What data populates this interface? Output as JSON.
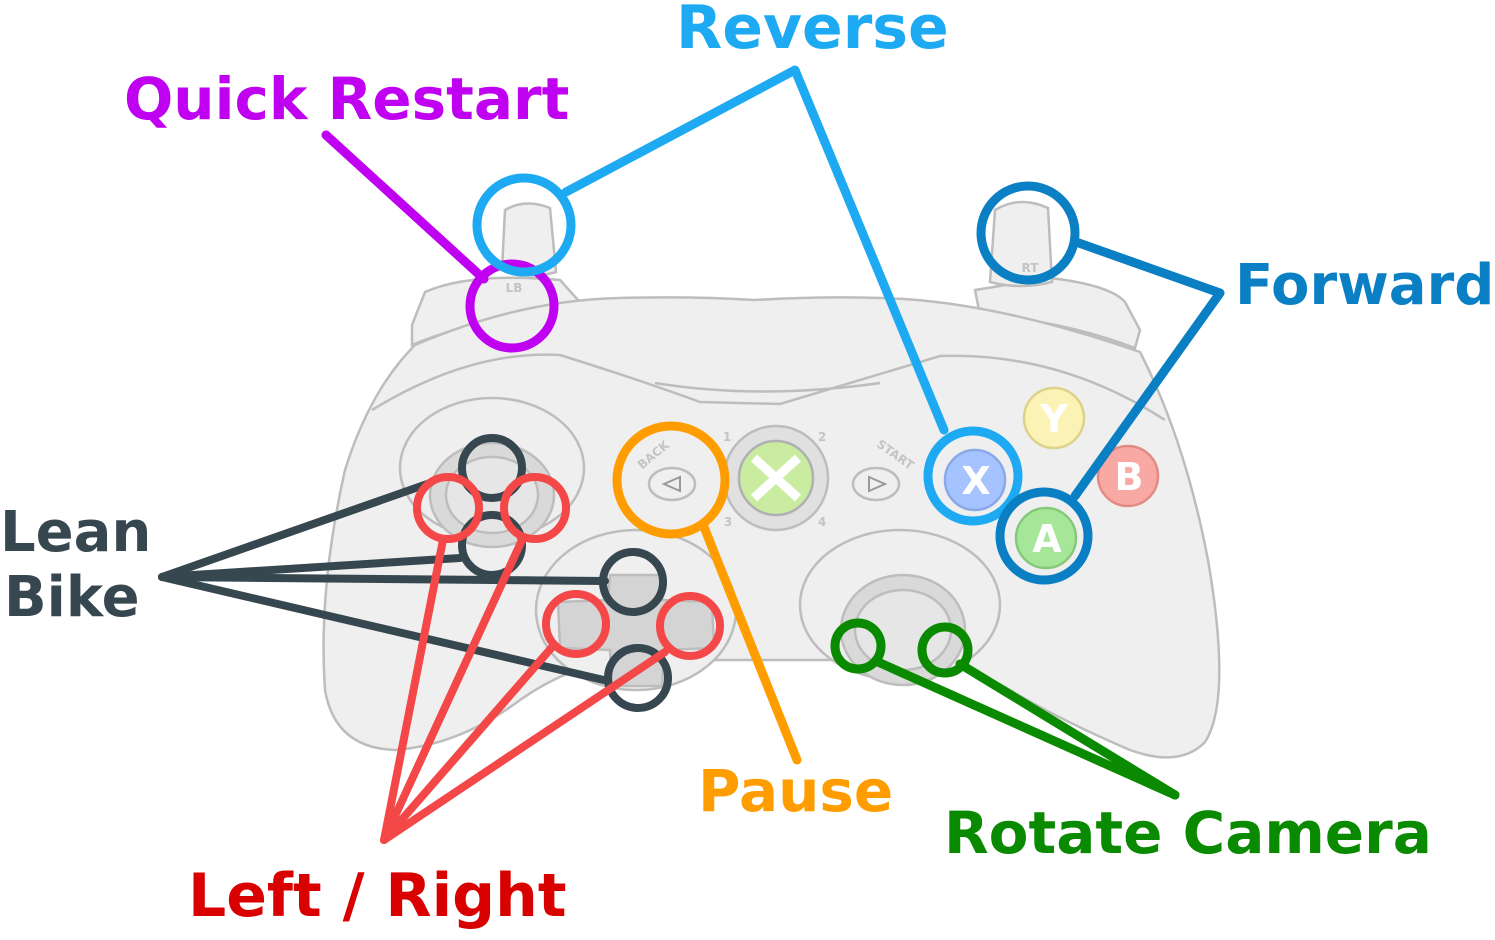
{
  "colors": {
    "quick_restart": "#c000f0",
    "reverse": "#1eaaf2",
    "forward": "#0a7fc4",
    "lean_bike": "#37474f",
    "left_right": "#f44747",
    "left_right_text": "#d90000",
    "pause": "#ff9d00",
    "rotate_camera": "#0a8a00"
  },
  "labels": {
    "quick_restart": "Quick Restart",
    "reverse": "Reverse",
    "forward": "Forward",
    "lean_bike_line1": "Lean",
    "lean_bike_line2": "Bike",
    "left_right": "Left / Right",
    "pause": "Pause",
    "rotate_camera": "Rotate Camera"
  },
  "controller": {
    "lb": "LB",
    "rt": "RT",
    "back": "BACK",
    "start": "START",
    "quadrants": [
      "1",
      "2",
      "3",
      "4"
    ],
    "buttons": {
      "y": "Y",
      "x": "X",
      "b": "B",
      "a": "A"
    }
  }
}
